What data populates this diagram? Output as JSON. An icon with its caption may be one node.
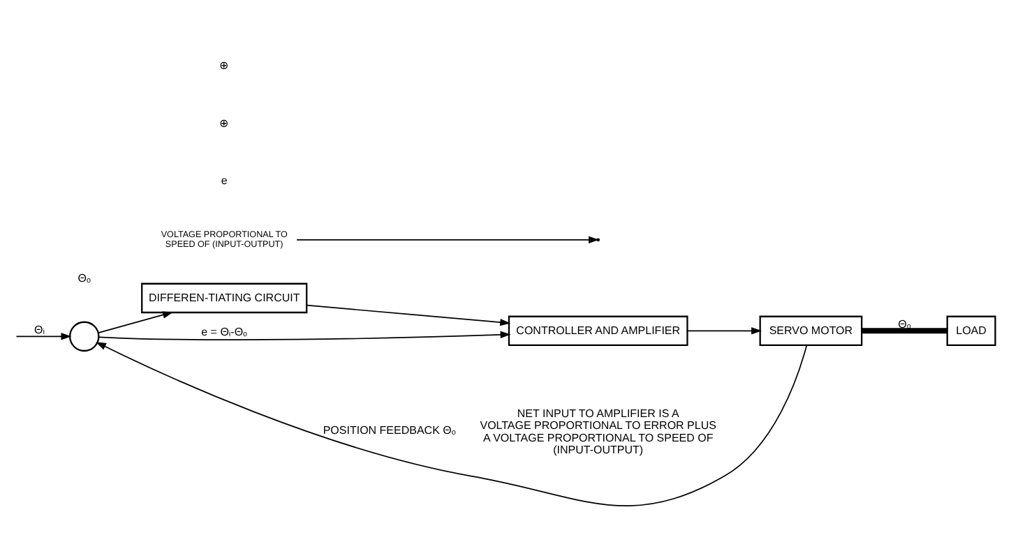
{
  "diagram": {
    "nodes": [
      {
        "text": [],
        "shape": "circle"
      },
      {
        "text": [
          "DIFFEREN-TIATING CIRCUIT"
        ]
      },
      {
        "text": [
          "CONTROLLER AND AMPLIFIER"
        ]
      },
      {
        "text": [
          "SERVO MOTOR"
        ]
      },
      {
        "text": [
          "LOAD"
        ]
      },
      {
        "text": [
          "VOLTAGE PROPORTIONAL TO SPEED OF (INPUT-OUTPUT)"
        ]
      }
    ],
    "edges": [
      {
        "from": null,
        "to": 0,
        "arrow": "to",
        "label": "Θᵢ"
      },
      {
        "from": 0,
        "to": 1,
        "arrow": "to"
      },
      {
        "from": 0,
        "to": 2,
        "arrow": "to",
        "label": "e = Θᵢ-Θₒ"
      },
      {
        "from": 1,
        "to": 2,
        "arrow": "to"
      },
      {
        "from": 2,
        "to": 3,
        "arrow": "to"
      },
      {
        "from": 3,
        "to": 4,
        "arrow": "none",
        "style": "thick",
        "label": "Θₒ"
      },
      {
        "from": 3,
        "to": 0,
        "arrow": "to",
        "label": "POSITION FEEDBACK Θₒ"
      },
      {
        "from": 5,
        "to": null,
        "arrow": "to"
      }
    ],
    "labels": [
      "e",
      "⊕",
      "⊕",
      "Θₒ",
      "NET INPUT TO AMPLIFIER IS A VOLTAGE PROPORTIONAL TO ERROR PLUS A VOLTAGE PROPORTIONAL TO SPEED OF (INPUT-OUTPUT)"
    ]
  }
}
